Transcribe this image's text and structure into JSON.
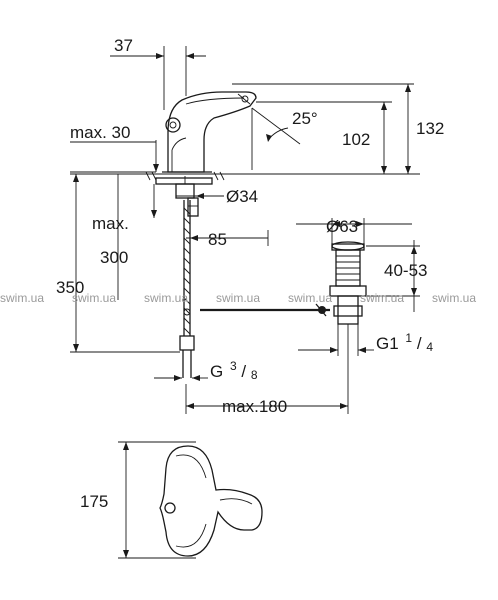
{
  "dimensions": {
    "d37": "37",
    "max30": "max. 30",
    "angle25": "25°",
    "d102": "102",
    "d132": "132",
    "dia34": "Ø34",
    "max": "max.",
    "d85": "85",
    "d300": "300",
    "d350": "350",
    "dia63": "Ø63",
    "d40_53": "40-53",
    "g1_main": "G1",
    "g1_num": "1",
    "g1_den": "4",
    "g38_main": "G",
    "g38_num": "3",
    "g38_den": "8",
    "max180": "max.180",
    "d175": "175"
  },
  "watermarks": [
    "swim.ua",
    "swim.ua",
    "swim.ua",
    "swim.ua",
    "swim.ua",
    "swim.ua",
    "swim.ua"
  ]
}
